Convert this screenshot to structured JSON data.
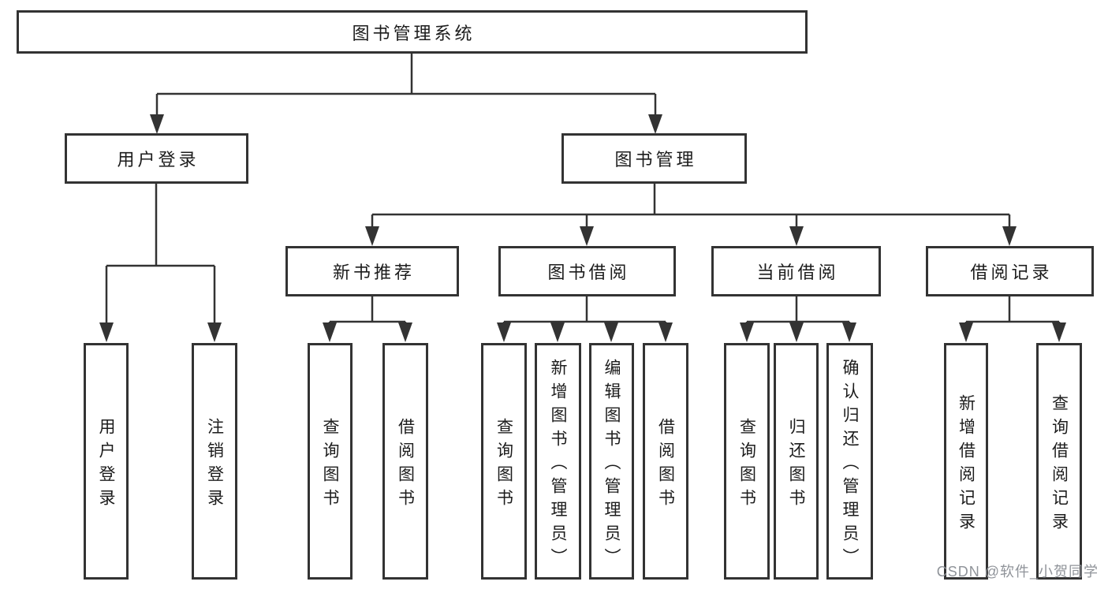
{
  "tree": {
    "root": {
      "label": "图书管理系统"
    },
    "l1": [
      {
        "label": "用户登录",
        "children": [
          {
            "label": "用户登录"
          },
          {
            "label": "注销登录"
          }
        ]
      },
      {
        "label": "图书管理",
        "children": [
          {
            "label": "新书推荐",
            "children": [
              {
                "label": "查询图书"
              },
              {
                "label": "借阅图书"
              }
            ]
          },
          {
            "label": "图书借阅",
            "children": [
              {
                "label": "查询图书"
              },
              {
                "label": "新增图书（管理员）"
              },
              {
                "label": "编辑图书（管理员）"
              },
              {
                "label": "借阅图书"
              }
            ]
          },
          {
            "label": "当前借阅",
            "children": [
              {
                "label": "查询图书"
              },
              {
                "label": "归还图书"
              },
              {
                "label": "确认归还（管理员）"
              }
            ]
          },
          {
            "label": "借阅记录",
            "children": [
              {
                "label": "新增借阅记录"
              },
              {
                "label": "查询借阅记录"
              }
            ]
          }
        ]
      }
    ]
  },
  "watermark": {
    "text": "CSDN @软件_小贺同学"
  },
  "colors": {
    "line": "#333333",
    "box_border": "#333333",
    "text": "#1c1c1c",
    "background": "#ffffff",
    "watermark": "#8f9399"
  }
}
